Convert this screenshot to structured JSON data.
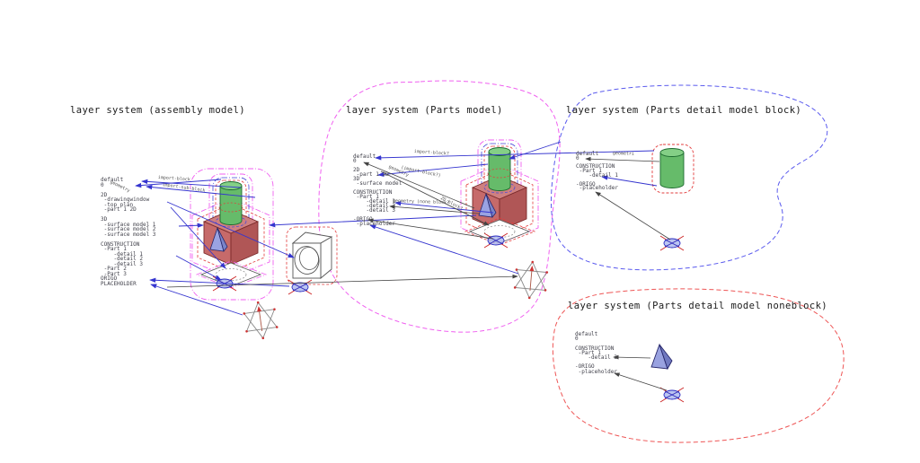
{
  "titles": {
    "assembly": "layer system (assembly model)",
    "parts": "layer system (Parts model)",
    "parts_detail_block": "layer system (Parts detail model block)",
    "parts_detail_noneblock": "layer system (Parts detail model noneblock)"
  },
  "layer_lists": {
    "assembly": [
      "default",
      "0",
      "",
      "2D",
      " -drawingwindow",
      " -top plan",
      " -part 1 2D",
      "",
      "3D",
      " -surface model 1",
      " -surface model 2",
      " -surface model 3",
      "",
      "CONSTRUCTION",
      " -Part 1",
      "    -detail 1",
      "    -detail 2",
      "    -detail 3",
      " -Part 2",
      " -Part 3",
      "ORIGO",
      "PLACEHOLDER"
    ],
    "parts": [
      "default",
      "0",
      "",
      "2D",
      " -part 1 2D",
      "3D",
      " -surface model",
      "",
      "CONSTRUCTION",
      " -Part 1",
      "    -detail 1",
      "    -detail 2",
      "    -detail 3",
      "",
      "-ORIGO",
      " -placeholder"
    ],
    "parts_detail_block": [
      "default",
      "0",
      "",
      "CONSTRUCTION",
      " -Part 1",
      "    -detail 1",
      "",
      "-ORIGO",
      " -placeholder"
    ],
    "parts_detail_noneblock": [
      "default",
      "0",
      "",
      "CONSTRUCTION",
      " -Part 1",
      "    -detail 3",
      "",
      "-ORIGO",
      " -placeholder"
    ]
  },
  "arrow_labels": {
    "import_block": "import-block",
    "import_sub_block": "import-sub-block",
    "geometry_assembly": "geometry",
    "import_block_q": "import-block?",
    "import_block_q2": "(import-block?)",
    "geometry_parts": "geometry",
    "geometry_none_block": "geometry (none block?",
    "block_2d": "2D block?",
    "geometri": "geometri"
  },
  "colors": {
    "arrow_blue": "#3535cf",
    "arrow_black": "#444444",
    "boundary_magenta": "#f060f0",
    "boundary_blue": "#5a5aee",
    "boundary_red": "#ee5555",
    "cylinder_green": "#66bb6a",
    "cube_red": "#c66a6a",
    "pyramid_blue": "#9aa3e2",
    "origo_red": "#cc2222",
    "origo_blue": "#2a2ac0"
  }
}
